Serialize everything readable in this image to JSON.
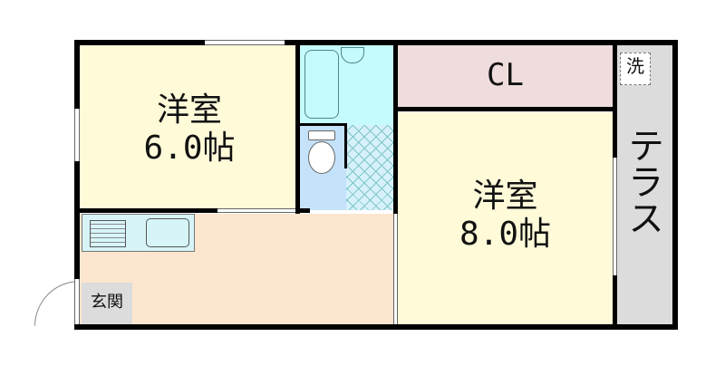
{
  "floorplan": {
    "rooms": {
      "western_room_1": {
        "name": "洋室",
        "size": "6.0帖",
        "color": "#fffbd9"
      },
      "western_room_2": {
        "name": "洋室",
        "size": "8.0帖",
        "color": "#fffbd9"
      },
      "closet": {
        "label": "CL",
        "color": "#efdcdc"
      },
      "terrace": {
        "label": "テラス",
        "color": "#dcdcdc"
      },
      "laundry": {
        "label": "洗"
      },
      "entrance": {
        "label": "玄関",
        "color": "#dcdcdc"
      },
      "kitchen": {
        "color": "#fde6cf"
      },
      "bath": {
        "color": "#c6fbfd"
      },
      "toilet": {
        "color": "#c4e3fa"
      },
      "washroom": {
        "color": "#d7f1fb"
      }
    },
    "wall_color": "#000000"
  }
}
